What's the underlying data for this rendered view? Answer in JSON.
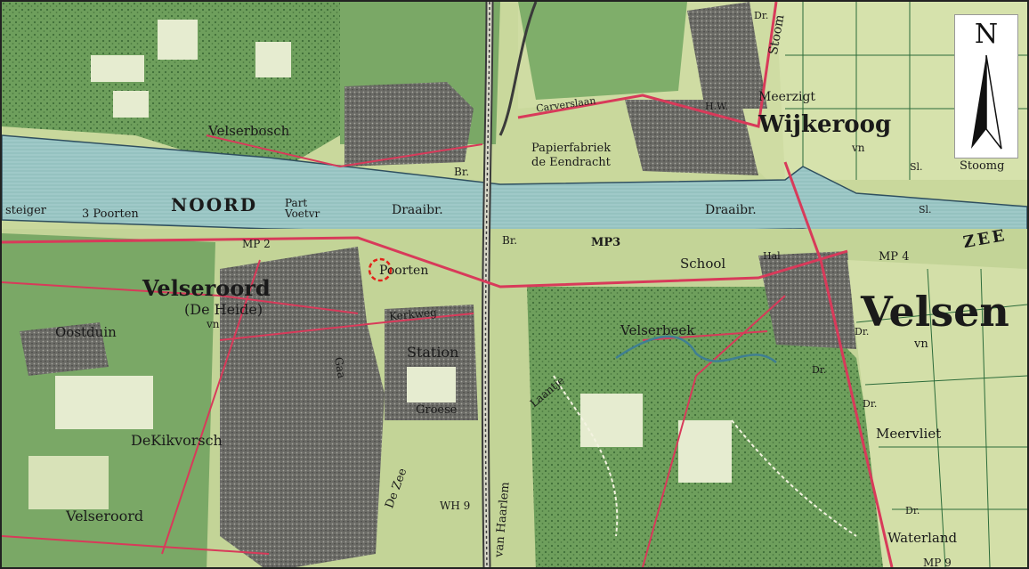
{
  "map": {
    "north_label": "N",
    "marker_color": "#e2231a",
    "colors": {
      "canal": "#9fc9c8",
      "woodland": "#6a9c5a",
      "field": "#c9d89c",
      "urban": "#5a5a5a",
      "road": "#d83a5a"
    },
    "labels": {
      "velserbosch": "Velserbosch",
      "noord": "NOORD",
      "steiger": "steiger",
      "three_poorten_top": "3 Poorten",
      "part_voetvr": "Part Voetvr",
      "draaibr_left": "Draaibr.",
      "draaibr_right": "Draaibr.",
      "br_top": "Br.",
      "br_mid": "Br.",
      "zee": "ZEE",
      "mp2": "MP 2",
      "mp3": "MP3",
      "mp4": "MP 4",
      "mp9": "MP 9",
      "wh9": "WH 9",
      "carverslaan": "Carverslaan",
      "papierfabriek": "Papierfabriek",
      "de_eendracht": "de Eendracht",
      "hw": "H.W.",
      "meerzigt": "Meerzigt",
      "wijkeroog": "Wijkeroog",
      "wijkeroog_vn": "vn",
      "stoom": "Stoom",
      "stoomg": "Stoomg",
      "sl1": "Sl.",
      "sl2": "Sl.",
      "dr_top": "Dr.",
      "poorten": "Poorten",
      "velseroord": "Velseroord",
      "de_heide": "(De Heide)",
      "velseroord_vn": "vn",
      "oostduin": "Oostduin",
      "kerkweg": "Kerkweg",
      "station": "Station",
      "laantje": "Laantje",
      "groese": "Groese",
      "de_kikvorsch": "DeKikvorsch",
      "velseroord_bottom": "Velseroord",
      "de_zee": "De Zee",
      "gaa": "Gaa",
      "van_haarlem": "van Haarlem",
      "velserbeek": "Velserbeek",
      "school": "School",
      "hal": "Hal",
      "velsen": "Velsen",
      "velsen_vn": "vn",
      "dr_1": "Dr.",
      "dr_2": "Dr.",
      "dr_3": "Dr.",
      "dr_4": "Dr.",
      "meervliet": "Meervliet",
      "waterland": "Waterland"
    }
  }
}
